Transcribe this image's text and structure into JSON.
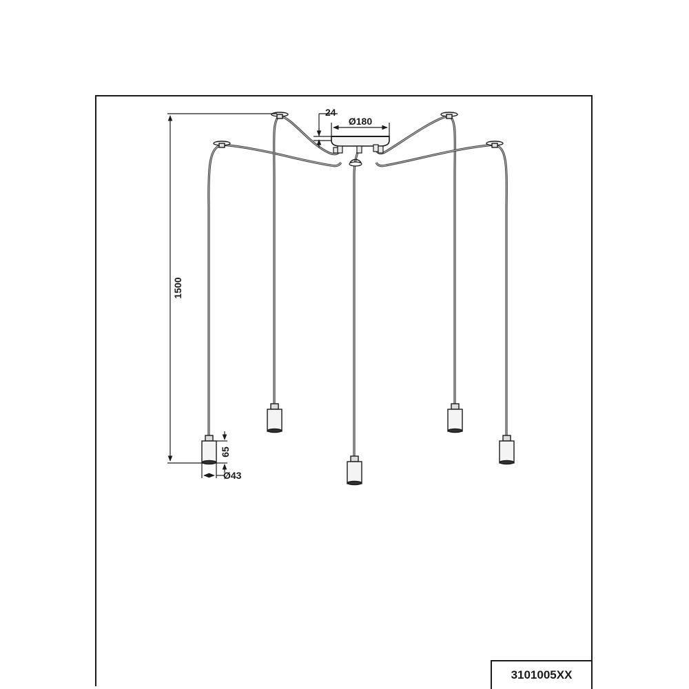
{
  "drawing": {
    "dimensions": {
      "total_height": "1500",
      "canopy_height": "24",
      "canopy_diameter": "Ø180",
      "socket_height": "65",
      "socket_diameter": "Ø43"
    },
    "model_number": "3101005XX"
  },
  "colors": {
    "line": "#1a1a1a",
    "cable": "#555555",
    "socket": "#f2f2f2"
  }
}
